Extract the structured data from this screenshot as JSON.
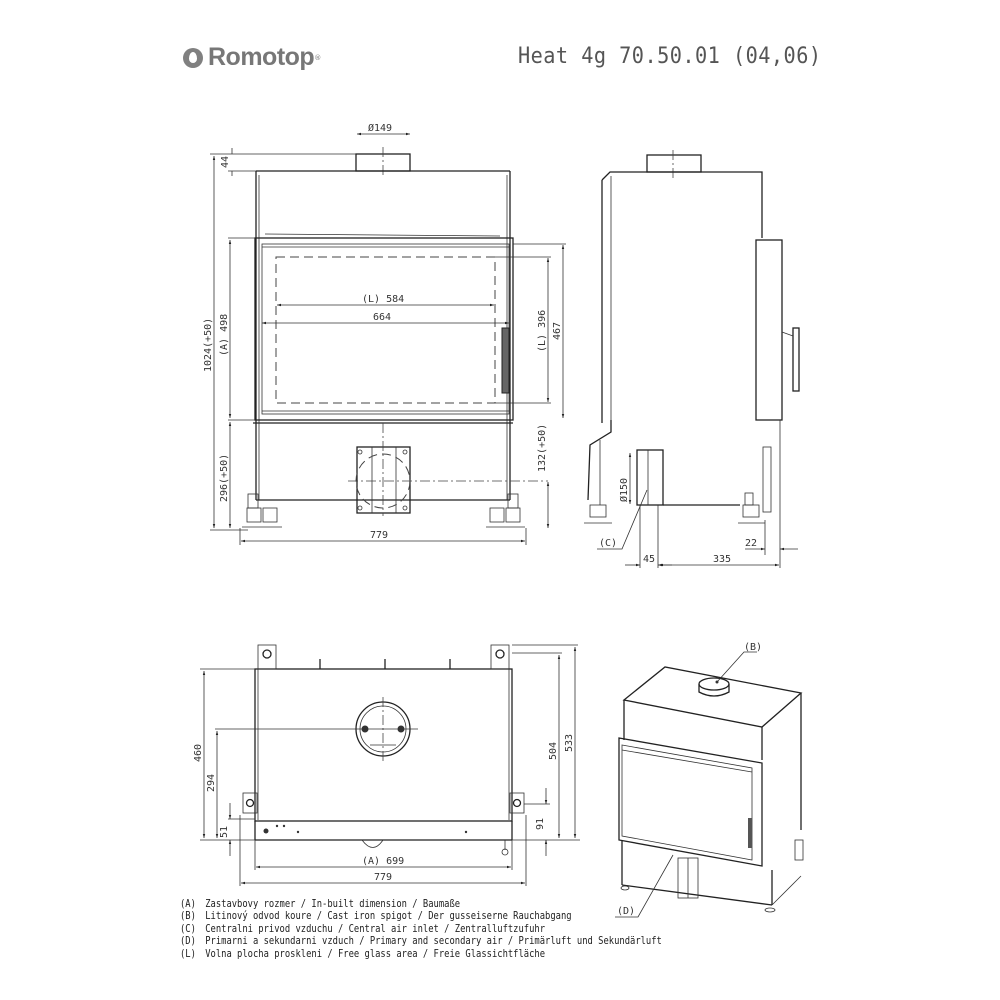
{
  "header": {
    "brand": "Romotop",
    "brand_mark": "®",
    "title": "Heat 4g 70.50.01 (04,06)"
  },
  "front_view": {
    "flue_diameter": "Ø149",
    "flue_height": "44",
    "total_height": "1024(+50)",
    "inbuilt_height": "(A) 498",
    "base_height": "296(+50)",
    "glass_width": "(L) 584",
    "door_width": "664",
    "glass_height": "(L) 396",
    "door_height": "467",
    "air_inlet_height": "132(+50)",
    "total_width": "779"
  },
  "side_view": {
    "air_inlet_diameter": "Ø150",
    "air_inlet_label": "(C)",
    "inlet_offset": "45",
    "depth": "335",
    "handle_offset": "22"
  },
  "top_view": {
    "depth_460": "460",
    "flue_offset": "294",
    "front_offset": "51",
    "depth_504": "504",
    "depth_533": "533",
    "bracket_offset": "91",
    "inbuilt_width": "(A) 699",
    "total_width": "779"
  },
  "iso_view": {
    "label_b": "(B)",
    "label_d": "(D)"
  },
  "legend": [
    {
      "key": "(A)",
      "text": "Zastavbovy rozmer / In-built dimension / Baumaße"
    },
    {
      "key": "(B)",
      "text": "Litinový odvod koure / Cast iron spigot / Der gusseiserne Rauchabgang"
    },
    {
      "key": "(C)",
      "text": "Centralni privod vzduchu / Central air inlet / Zentralluftzufuhr"
    },
    {
      "key": "(D)",
      "text": "Primarni a sekundarni vzduch / Primary and secondary air / Primärluft und Sekundärluft"
    },
    {
      "key": "(L)",
      "text": "Volna plocha proskleni / Free glass area / Freie Glassichtfläche"
    }
  ]
}
